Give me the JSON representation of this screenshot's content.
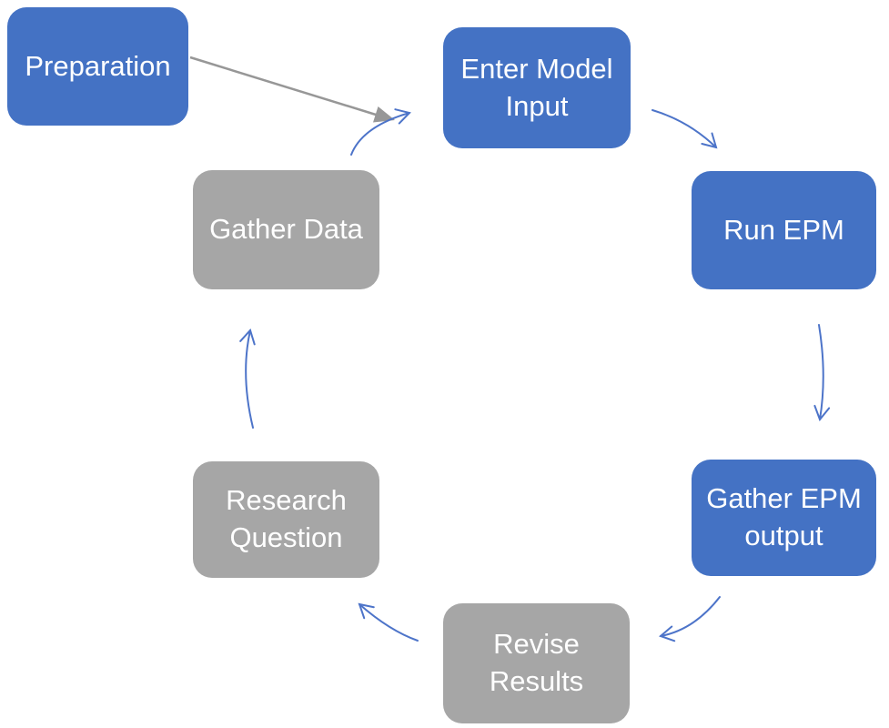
{
  "diagram": {
    "description": "Cyclic flowchart of EPM modeling workflow with an external preparation step",
    "nodes": [
      {
        "id": "preparation",
        "label": "Preparation",
        "fill": "blue"
      },
      {
        "id": "enter-model-input",
        "label": "Enter Model\nInput",
        "fill": "blue"
      },
      {
        "id": "run-epm",
        "label": "Run EPM",
        "fill": "blue"
      },
      {
        "id": "gather-epm-output",
        "label": "Gather EPM\noutput",
        "fill": "blue"
      },
      {
        "id": "revise-results",
        "label": "Revise\nResults",
        "fill": "gray"
      },
      {
        "id": "research-question",
        "label": "Research\nQuestion",
        "fill": "gray"
      },
      {
        "id": "gather-data",
        "label": "Gather Data",
        "fill": "gray"
      }
    ],
    "edges": [
      {
        "from": "Preparation",
        "to": "Enter Model Input",
        "style": "gray-straight-solid-head"
      },
      {
        "from": "Enter Model Input",
        "to": "Run EPM",
        "style": "blue-curved-open-head"
      },
      {
        "from": "Run EPM",
        "to": "Gather EPM output",
        "style": "blue-curved-open-head"
      },
      {
        "from": "Gather EPM output",
        "to": "Revise Results",
        "style": "blue-curved-open-head"
      },
      {
        "from": "Revise Results",
        "to": "Research Question",
        "style": "blue-curved-open-head"
      },
      {
        "from": "Research Question",
        "to": "Gather Data",
        "style": "blue-curved-open-head"
      },
      {
        "from": "Gather Data",
        "to": "Enter Model Input",
        "style": "blue-curved-open-head"
      }
    ]
  },
  "colors": {
    "node-blue": "#4472C4",
    "node-gray": "#A6A6A6",
    "label-text": "#FFFFFF",
    "arrow-blue": "#4d74c9",
    "arrow-gray": "#979797",
    "background": "#FFFFFF"
  }
}
